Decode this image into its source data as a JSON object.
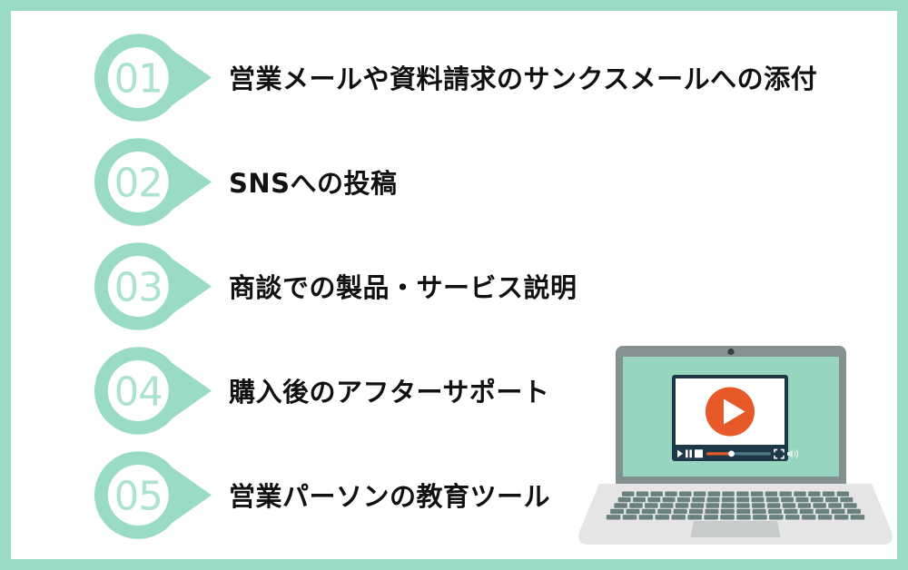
{
  "list": {
    "items": [
      {
        "number": "01",
        "label": "営業メールや資料請求のサンクスメールへの添付"
      },
      {
        "number": "02",
        "label": "SNSへの投稿"
      },
      {
        "number": "03",
        "label": "商談での製品・サービス説明"
      },
      {
        "number": "04",
        "label": "購入後のアフターサポート"
      },
      {
        "number": "05",
        "label": "営業パーソンの教育ツール"
      }
    ]
  },
  "illustration": {
    "type": "laptop-with-video-player",
    "player_controls": [
      "play",
      "pause",
      "stop",
      "seekbar",
      "fullscreen",
      "volume"
    ]
  },
  "colors": {
    "mint": "#9adbc5",
    "mint_light": "#ace2d0",
    "white": "#ffffff",
    "text": "#111111",
    "bezel_gray": "#839190",
    "webcam": "#37413f",
    "screen_mint": "#97d5c0",
    "navy": "#1d3948",
    "orange": "#e8592a",
    "track": "#4f7587",
    "icon_white": "#e9eded",
    "base_gray": "#e4e5e4",
    "key_gray": "#69807e",
    "trackpad_gray": "#c7cbca"
  }
}
